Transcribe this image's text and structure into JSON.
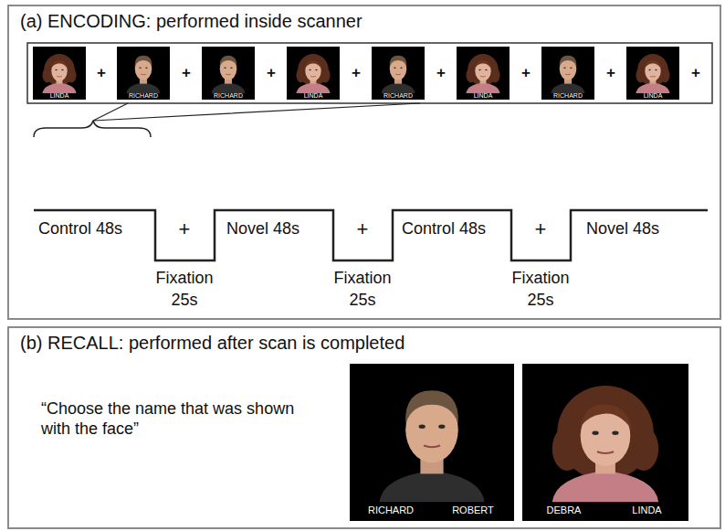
{
  "diagram": {
    "nodes": [
      {
        "text": [
          "(a) ENCODING: performed inside scanner"
        ]
      },
      {
        "text": [
          "LINDA"
        ],
        "in": 0
      },
      {
        "text": [
          "RICHARD"
        ],
        "in": 0
      },
      {
        "text": [
          "RICHARD"
        ],
        "in": 0
      },
      {
        "text": [
          "LINDA"
        ],
        "in": 0
      },
      {
        "text": [
          "RICHARD"
        ],
        "in": 0
      },
      {
        "text": [
          "LINDA"
        ],
        "in": 0
      },
      {
        "text": [
          "RICHARD"
        ],
        "in": 0
      },
      {
        "text": [
          "LINDA"
        ],
        "in": 0
      },
      {
        "text": [
          "(b) RECALL: performed after scan is completed",
          "“Choose the name that was shown with the face”"
        ]
      },
      {
        "text": [
          "RICHARD",
          "ROBERT"
        ],
        "in": 9
      },
      {
        "text": [
          "DEBRA",
          "LINDA"
        ],
        "in": 9
      }
    ],
    "labels": [
      "+",
      "+",
      "+",
      "+",
      "+",
      "+",
      "+",
      "+",
      "Control 48s",
      "Novel 48s",
      "Control 48s",
      "Novel 48s",
      "+",
      "Fixation 25s",
      "+",
      "Fixation 25s",
      "+",
      "Fixation 25s"
    ]
  }
}
